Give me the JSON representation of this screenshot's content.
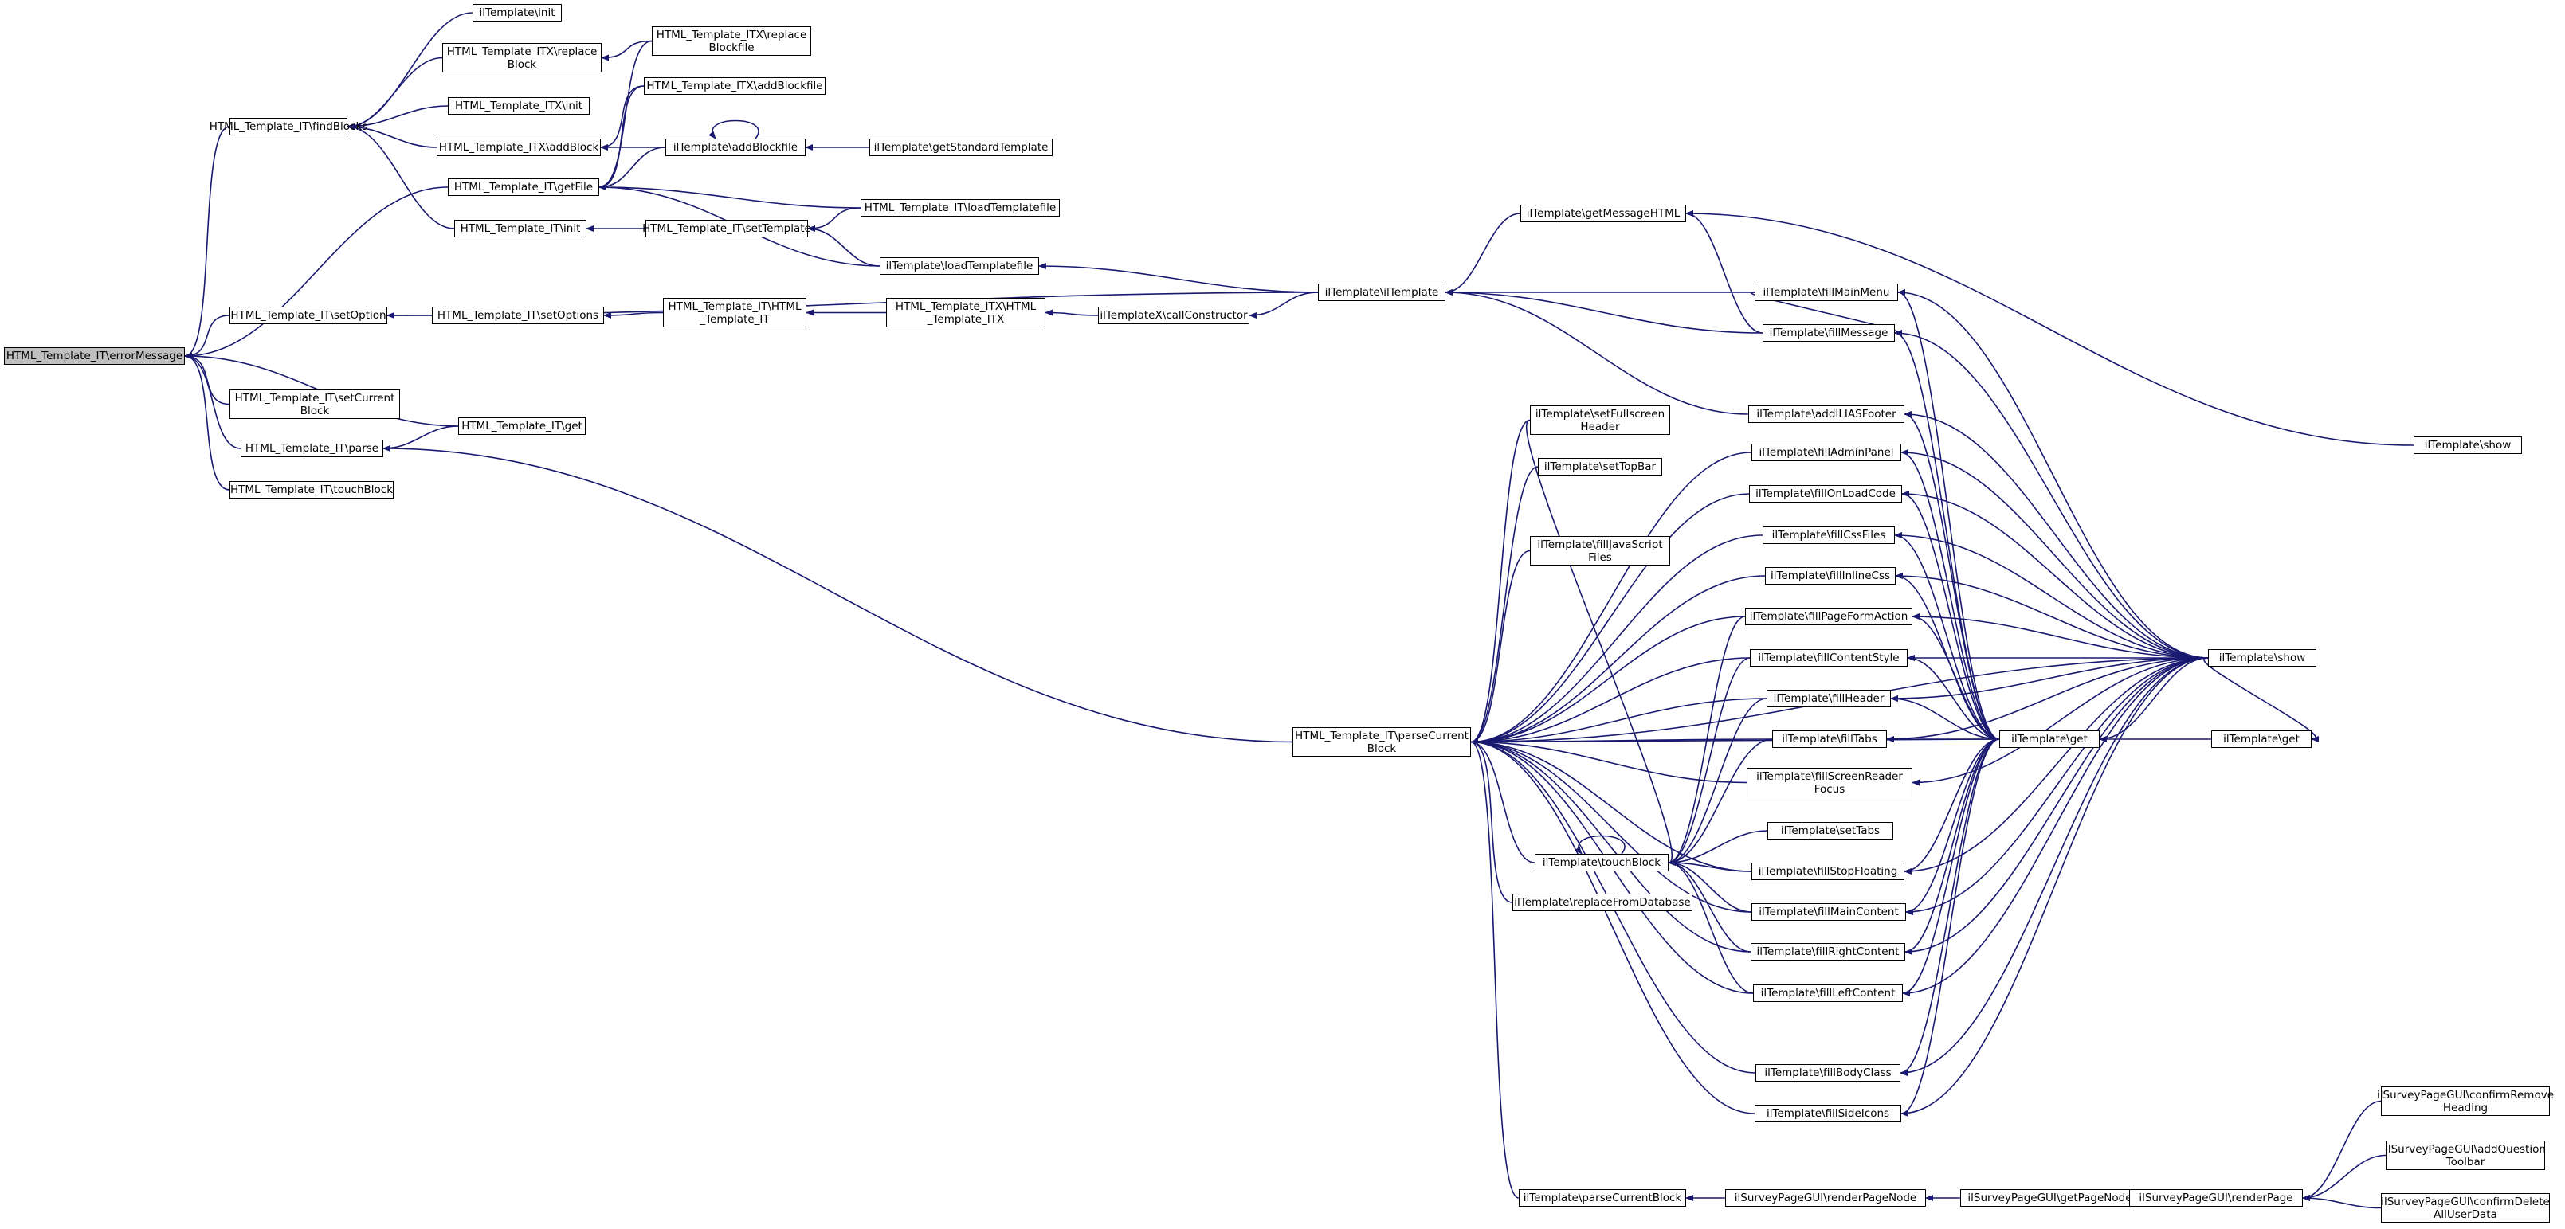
{
  "root": "e0",
  "nodes": [
    {
      "id": "e0",
      "label": "HTML_Template_IT\\errorMessage"
    },
    {
      "id": "ft",
      "label": "HTML_Template_IT\\findBlocks"
    },
    {
      "id": "gf",
      "label": "HTML_Template_IT\\getFile"
    },
    {
      "id": "so",
      "label": "HTML_Template_IT\\setOption"
    },
    {
      "id": "scb",
      "label": "HTML_Template_IT\\setCurrent\nBlock"
    },
    {
      "id": "pa",
      "label": "HTML_Template_IT\\parse"
    },
    {
      "id": "tb0",
      "label": "HTML_Template_IT\\touchBlock"
    },
    {
      "id": "ilinit",
      "label": "ilTemplate\\init"
    },
    {
      "id": "itxrb",
      "label": "HTML_Template_ITX\\replace\nBlock"
    },
    {
      "id": "itxinit",
      "label": "HTML_Template_ITX\\init"
    },
    {
      "id": "itxab",
      "label": "HTML_Template_ITX\\addBlock"
    },
    {
      "id": "itinit",
      "label": "HTML_Template_IT\\init"
    },
    {
      "id": "itxrbf",
      "label": "HTML_Template_ITX\\replace\nBlockfile"
    },
    {
      "id": "itxabf",
      "label": "HTML_Template_ITX\\addBlockfile"
    },
    {
      "id": "ilabf",
      "label": "ilTemplate\\addBlockfile"
    },
    {
      "id": "gst",
      "label": "ilTemplate\\getStandardTemplate"
    },
    {
      "id": "itltf",
      "label": "HTML_Template_IT\\loadTemplatefile"
    },
    {
      "id": "itst",
      "label": "HTML_Template_IT\\setTemplate"
    },
    {
      "id": "illtf",
      "label": "ilTemplate\\loadTemplatefile"
    },
    {
      "id": "itsos",
      "label": "HTML_Template_IT\\setOptions"
    },
    {
      "id": "ithtml",
      "label": "HTML_Template_IT\\HTML\n_Template_IT"
    },
    {
      "id": "itxhtml",
      "label": "HTML_Template_ITX\\HTML\n_Template_ITX"
    },
    {
      "id": "cc",
      "label": "ilTemplateX\\callConstructor"
    },
    {
      "id": "iltpl",
      "label": "ilTemplate\\ilTemplate"
    },
    {
      "id": "gmh",
      "label": "ilTemplate\\getMessageHTML"
    },
    {
      "id": "fmm",
      "label": "ilTemplate\\fillMainMenu"
    },
    {
      "id": "fmsg",
      "label": "ilTemplate\\fillMessage"
    },
    {
      "id": "alf",
      "label": "ilTemplate\\addILIASFooter"
    },
    {
      "id": "itget",
      "label": "HTML_Template_IT\\get"
    },
    {
      "id": "pcb",
      "label": "HTML_Template_IT\\parseCurrent\nBlock"
    },
    {
      "id": "sfh",
      "label": "ilTemplate\\setFullscreen\nHeader"
    },
    {
      "id": "stb",
      "label": "ilTemplate\\setTopBar"
    },
    {
      "id": "fjs",
      "label": "ilTemplate\\fillJavaScript\nFiles"
    },
    {
      "id": "fap",
      "label": "ilTemplate\\fillAdminPanel"
    },
    {
      "id": "folc",
      "label": "ilTemplate\\fillOnLoadCode"
    },
    {
      "id": "fcss",
      "label": "ilTemplate\\fillCssFiles"
    },
    {
      "id": "fic",
      "label": "ilTemplate\\fillInlineCss"
    },
    {
      "id": "fpfa",
      "label": "ilTemplate\\fillPageFormAction"
    },
    {
      "id": "fcs",
      "label": "ilTemplate\\fillContentStyle"
    },
    {
      "id": "fh",
      "label": "ilTemplate\\fillHeader"
    },
    {
      "id": "ftabs",
      "label": "ilTemplate\\fillTabs"
    },
    {
      "id": "fsrf",
      "label": "ilTemplate\\fillScreenReader\nFocus"
    },
    {
      "id": "sett",
      "label": "ilTemplate\\setTabs"
    },
    {
      "id": "tbl",
      "label": "ilTemplate\\touchBlock"
    },
    {
      "id": "fsf",
      "label": "ilTemplate\\fillStopFloating"
    },
    {
      "id": "rfd",
      "label": "ilTemplate\\replaceFromDatabase"
    },
    {
      "id": "fmc",
      "label": "ilTemplate\\fillMainContent"
    },
    {
      "id": "frc",
      "label": "ilTemplate\\fillRightContent"
    },
    {
      "id": "flc",
      "label": "ilTemplate\\fillLeftContent"
    },
    {
      "id": "fbc",
      "label": "ilTemplate\\fillBodyClass"
    },
    {
      "id": "fsi",
      "label": "ilTemplate\\fillSideIcons"
    },
    {
      "id": "ilpcb",
      "label": "ilTemplate\\parseCurrentBlock"
    },
    {
      "id": "rpn",
      "label": "ilSurveyPageGUI\\renderPageNode"
    },
    {
      "id": "gpn",
      "label": "ilSurveyPageGUI\\getPageNodes"
    },
    {
      "id": "rp",
      "label": "ilSurveyPageGUI\\renderPage"
    },
    {
      "id": "crh",
      "label": "ilSurveyPageGUI\\confirmRemove\nHeading"
    },
    {
      "id": "aqt",
      "label": "ilSurveyPageGUI\\addQuestion\nToolbar"
    },
    {
      "id": "cdu",
      "label": "ilSurveyPageGUI\\confirmDelete\nAllUserData"
    },
    {
      "id": "ilget",
      "label": "ilTemplate\\get"
    },
    {
      "id": "ilget2",
      "label": "ilTemplate\\get"
    },
    {
      "id": "show",
      "label": "ilTemplate\\show"
    },
    {
      "id": "show2",
      "label": "ilTemplate\\show"
    }
  ],
  "edges": [
    [
      "ft",
      "e0"
    ],
    [
      "gf",
      "e0"
    ],
    [
      "so",
      "e0"
    ],
    [
      "scb",
      "e0"
    ],
    [
      "pa",
      "e0"
    ],
    [
      "tb0",
      "e0"
    ],
    [
      "itget",
      "e0"
    ],
    [
      "ilinit",
      "ft"
    ],
    [
      "itxrb",
      "ft"
    ],
    [
      "itxinit",
      "ft"
    ],
    [
      "itxab",
      "ft"
    ],
    [
      "itinit",
      "ft"
    ],
    [
      "itxrbf",
      "gf"
    ],
    [
      "itxabf",
      "gf"
    ],
    [
      "ilabf",
      "gf"
    ],
    [
      "itltf",
      "gf"
    ],
    [
      "illtf",
      "gf"
    ],
    [
      "itxrbf",
      "itxrb"
    ],
    [
      "ilabf",
      "itxab"
    ],
    [
      "itxabf",
      "itxab"
    ],
    [
      "ilabf",
      "ilabf"
    ],
    [
      "gst",
      "ilabf"
    ],
    [
      "itst",
      "itinit"
    ],
    [
      "itltf",
      "itst"
    ],
    [
      "illtf",
      "itst"
    ],
    [
      "iltpl",
      "illtf"
    ],
    [
      "itsos",
      "so"
    ],
    [
      "iltpl",
      "so"
    ],
    [
      "ithtml",
      "itsos"
    ],
    [
      "itxhtml",
      "ithtml"
    ],
    [
      "cc",
      "itxhtml"
    ],
    [
      "iltpl",
      "cc"
    ],
    [
      "gmh",
      "iltpl"
    ],
    [
      "fmm",
      "iltpl"
    ],
    [
      "fmsg",
      "iltpl"
    ],
    [
      "alf",
      "iltpl"
    ],
    [
      "fmsg",
      "gmh"
    ],
    [
      "show2",
      "gmh"
    ],
    [
      "fmm",
      "fmsg"
    ],
    [
      "itget",
      "pa"
    ],
    [
      "pcb",
      "pa"
    ],
    [
      "sfh",
      "pcb"
    ],
    [
      "stb",
      "pcb"
    ],
    [
      "fjs",
      "pcb"
    ],
    [
      "fap",
      "pcb"
    ],
    [
      "folc",
      "pcb"
    ],
    [
      "fcss",
      "pcb"
    ],
    [
      "fic",
      "pcb"
    ],
    [
      "fpfa",
      "pcb"
    ],
    [
      "fcs",
      "pcb"
    ],
    [
      "fh",
      "pcb"
    ],
    [
      "ftabs",
      "pcb"
    ],
    [
      "fsrf",
      "pcb"
    ],
    [
      "tbl",
      "pcb"
    ],
    [
      "fsf",
      "pcb"
    ],
    [
      "rfd",
      "pcb"
    ],
    [
      "fmc",
      "pcb"
    ],
    [
      "frc",
      "pcb"
    ],
    [
      "flc",
      "pcb"
    ],
    [
      "fbc",
      "pcb"
    ],
    [
      "fsi",
      "pcb"
    ],
    [
      "ilpcb",
      "pcb"
    ],
    [
      "ilget",
      "pcb"
    ],
    [
      "show",
      "pcb"
    ],
    [
      "tbl",
      "tbl"
    ],
    [
      "sett",
      "tbl"
    ],
    [
      "fsf",
      "tbl"
    ],
    [
      "fmc",
      "tbl"
    ],
    [
      "frc",
      "tbl"
    ],
    [
      "flc",
      "tbl"
    ],
    [
      "fh",
      "tbl"
    ],
    [
      "ftabs",
      "tbl"
    ],
    [
      "fpfa",
      "tbl"
    ],
    [
      "fcs",
      "tbl"
    ],
    [
      "sfh",
      "tbl"
    ],
    [
      "ilget",
      "fmm"
    ],
    [
      "show",
      "fmm"
    ],
    [
      "ilget",
      "fmsg"
    ],
    [
      "show",
      "fmsg"
    ],
    [
      "ilget",
      "alf"
    ],
    [
      "show",
      "alf"
    ],
    [
      "ilget",
      "fap"
    ],
    [
      "show",
      "fap"
    ],
    [
      "ilget",
      "folc"
    ],
    [
      "show",
      "folc"
    ],
    [
      "ilget",
      "fcss"
    ],
    [
      "show",
      "fcss"
    ],
    [
      "ilget",
      "fic"
    ],
    [
      "show",
      "fic"
    ],
    [
      "ilget",
      "fpfa"
    ],
    [
      "show",
      "fpfa"
    ],
    [
      "ilget",
      "fcs"
    ],
    [
      "show",
      "fcs"
    ],
    [
      "ilget",
      "fh"
    ],
    [
      "show",
      "fh"
    ],
    [
      "ilget",
      "ftabs"
    ],
    [
      "show",
      "ftabs"
    ],
    [
      "show",
      "fsrf"
    ],
    [
      "ilget",
      "fsf"
    ],
    [
      "show",
      "fsf"
    ],
    [
      "ilget",
      "fmc"
    ],
    [
      "show",
      "fmc"
    ],
    [
      "ilget",
      "frc"
    ],
    [
      "show",
      "frc"
    ],
    [
      "ilget",
      "flc"
    ],
    [
      "show",
      "flc"
    ],
    [
      "ilget",
      "fbc"
    ],
    [
      "show",
      "fbc"
    ],
    [
      "ilget",
      "fsi"
    ],
    [
      "show",
      "fsi"
    ],
    [
      "show",
      "ilget"
    ],
    [
      "ilget2",
      "ilget"
    ],
    [
      "show",
      "ilget2"
    ],
    [
      "rpn",
      "ilpcb"
    ],
    [
      "gpn",
      "rpn"
    ],
    [
      "rp",
      "gpn"
    ],
    [
      "crh",
      "rp"
    ],
    [
      "aqt",
      "rp"
    ],
    [
      "cdu",
      "rp"
    ]
  ]
}
